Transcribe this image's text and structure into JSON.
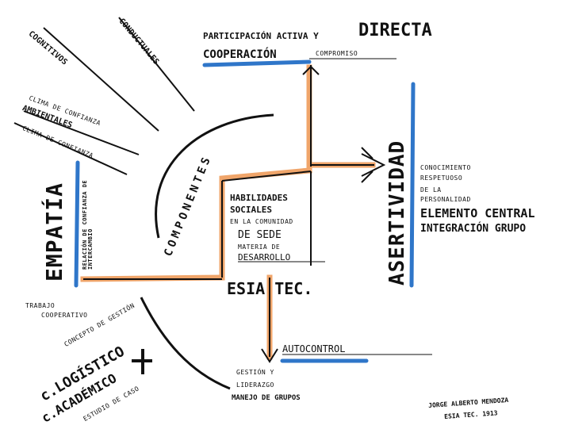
{
  "top": {
    "participacion": "PARTICIPACIÓN ACTIVA Y",
    "directa": "DIRECTA",
    "cooperacion": "COOPERACIÓN",
    "compromiso": "COMPROMISO"
  },
  "diagonals": {
    "cognitivos": "COGNITIVOS",
    "conductuales": "CONDUCTUALES",
    "clima_label": "CLIMA DE CONFIANZA",
    "ambientales": "AMBIENTALES",
    "clima_confianza": "CLIMA DE CONFIANZA"
  },
  "componentes": "COMPONENTES",
  "left": {
    "empatia": "EMPATÍA",
    "relacion": "RELACIÓN DE CONFIANZA DE INTERCAMBIO",
    "trabajo": "TRABAJO",
    "cooperativo": "COOPERATIVO"
  },
  "center": {
    "line1": "HABILIDADES",
    "line2": "SOCIALES",
    "line3": "EN LA COMUNIDAD",
    "line4": "DE SEDE",
    "line5": "MATERIA DE",
    "line6": "DESARROLLO",
    "esia": "ESIA TEC."
  },
  "right": {
    "asertividad": "ASERTIVIDAD",
    "conocimiento": "CONOCIMIENTO",
    "respetuoso": "RESPETUOSO",
    "de_la": "DE LA",
    "personalidad": "PERSONALIDAD",
    "elemento": "ELEMENTO CENTRAL",
    "integracion": "INTEGRACIÓN GRUPO"
  },
  "bottom": {
    "autocontrol": "AUTOCONTROL",
    "gestion": "GESTIÓN Y",
    "liderazgo": "LIDERAZGO",
    "manejo": "MANEJO DE GRUPOS",
    "concepto": "CONCEPTO DE GESTIÓN",
    "logistico": "c.LOGÍSTICO",
    "academico": "c.ACADÉMICO",
    "estudio": "ESTUDIO DE CASO"
  },
  "signature": {
    "line1": "JORGE ALBERTO MENDOZA",
    "line2": "ESIA TEC. 1913"
  },
  "colors": {
    "orange": "#f0a56a",
    "blue": "#2f76c9",
    "ink": "#111111"
  }
}
